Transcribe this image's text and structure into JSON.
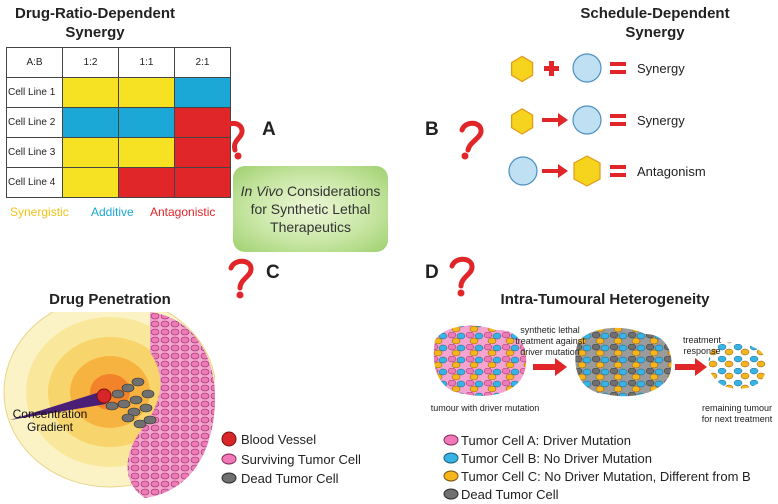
{
  "panels": {
    "a": {
      "letter": "A",
      "title_line1": "Drug-Ratio-Dependent",
      "title_line2": "Synergy",
      "table": {
        "corner": "A:B",
        "columns": [
          "1:2",
          "1:1",
          "2:1"
        ],
        "rows": [
          {
            "label": "Cell Line 1",
            "cells": [
              "syn",
              "syn",
              "add"
            ]
          },
          {
            "label": "Cell Line 2",
            "cells": [
              "add",
              "add",
              "ant"
            ]
          },
          {
            "label": "Cell Line 3",
            "cells": [
              "syn",
              "syn",
              "ant"
            ]
          },
          {
            "label": "Cell Line 4",
            "cells": [
              "syn",
              "ant",
              "ant"
            ]
          }
        ]
      },
      "legend": {
        "synergistic": "Synergistic",
        "additive": "Additive",
        "antagonistic": "Antagonistic"
      }
    },
    "b": {
      "letter": "B",
      "title_line1": "Schedule-Dependent",
      "title_line2": "Synergy",
      "rows": [
        {
          "result": "Synergy"
        },
        {
          "result": "Synergy"
        },
        {
          "result": "Antagonism"
        }
      ]
    },
    "c": {
      "letter": "C",
      "title": "Drug Penetration",
      "gradient_line1": "Concentration",
      "gradient_line2": "Gradient",
      "legend": {
        "vessel": "Blood Vessel",
        "surviving": "Surviving Tumor Cell",
        "dead": "Dead Tumor Cell"
      }
    },
    "d": {
      "letter": "D",
      "title": "Intra-Tumoural Heterogeneity",
      "arrow1_line1": "synthetic lethal",
      "arrow1_line2": "treatment against",
      "arrow1_line3": "driver mutation",
      "arrow2_line1": "treatment",
      "arrow2_line2": "response",
      "caption1": "tumour with driver mutation",
      "caption2_line1": "remaining tumour",
      "caption2_line2": "for next treatment",
      "legend": {
        "a": "Tumor Cell A: Driver Mutation",
        "b": "Tumor Cell B: No Driver Mutation",
        "c": "Tumor Cell C: No Driver Mutation, Different from B",
        "dead": "Dead Tumor Cell"
      }
    }
  },
  "center": {
    "italic": "In Vivo",
    "rest1": " Considerations",
    "line2": "for Synthetic Lethal",
    "line3": "Therapeutics"
  },
  "colors": {
    "synergistic": "#f6e223",
    "additive": "#1ba8d6",
    "antagonistic": "#e1262a",
    "question": "#e1262a",
    "hexagon": "#f6d31c",
    "circle": "#bfe0f3",
    "pink_cell": "#f07ab7",
    "blue_cell": "#37b4e5",
    "yellow_cell": "#f6b51c",
    "dead_cell": "#707070"
  }
}
